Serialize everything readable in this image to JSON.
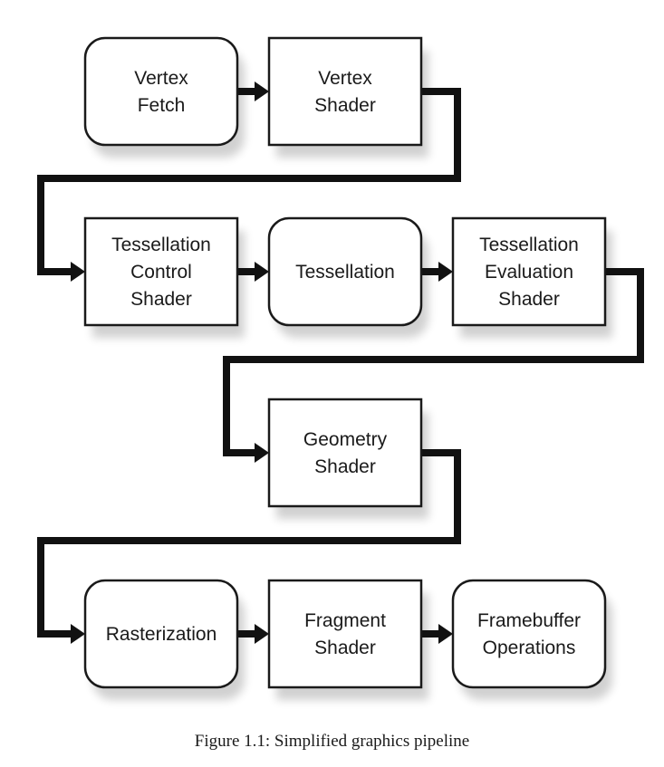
{
  "diagram": {
    "nodes": [
      {
        "id": "vertex-fetch",
        "lines": [
          "Vertex",
          "Fetch"
        ],
        "shape": "rounded"
      },
      {
        "id": "vertex-shader",
        "lines": [
          "Vertex",
          "Shader"
        ],
        "shape": "square"
      },
      {
        "id": "tess-control-shader",
        "lines": [
          "Tessellation",
          "Control",
          "Shader"
        ],
        "shape": "square"
      },
      {
        "id": "tessellation",
        "lines": [
          "Tessellation"
        ],
        "shape": "rounded"
      },
      {
        "id": "tess-evaluation-shader",
        "lines": [
          "Tessellation",
          "Evaluation",
          "Shader"
        ],
        "shape": "square"
      },
      {
        "id": "geometry-shader",
        "lines": [
          "Geometry",
          "Shader"
        ],
        "shape": "square"
      },
      {
        "id": "rasterization",
        "lines": [
          "Rasterization"
        ],
        "shape": "rounded"
      },
      {
        "id": "fragment-shader",
        "lines": [
          "Fragment",
          "Shader"
        ],
        "shape": "square"
      },
      {
        "id": "framebuffer-operations",
        "lines": [
          "Framebuffer",
          "Operations"
        ],
        "shape": "rounded"
      }
    ],
    "edges": [
      {
        "from": "vertex-fetch",
        "to": "vertex-shader"
      },
      {
        "from": "vertex-shader",
        "to": "tess-control-shader"
      },
      {
        "from": "tess-control-shader",
        "to": "tessellation"
      },
      {
        "from": "tessellation",
        "to": "tess-evaluation-shader"
      },
      {
        "from": "tess-evaluation-shader",
        "to": "geometry-shader"
      },
      {
        "from": "geometry-shader",
        "to": "rasterization"
      },
      {
        "from": "rasterization",
        "to": "fragment-shader"
      },
      {
        "from": "fragment-shader",
        "to": "framebuffer-operations"
      }
    ]
  },
  "caption": "Figure 1.1: Simplified graphics pipeline"
}
